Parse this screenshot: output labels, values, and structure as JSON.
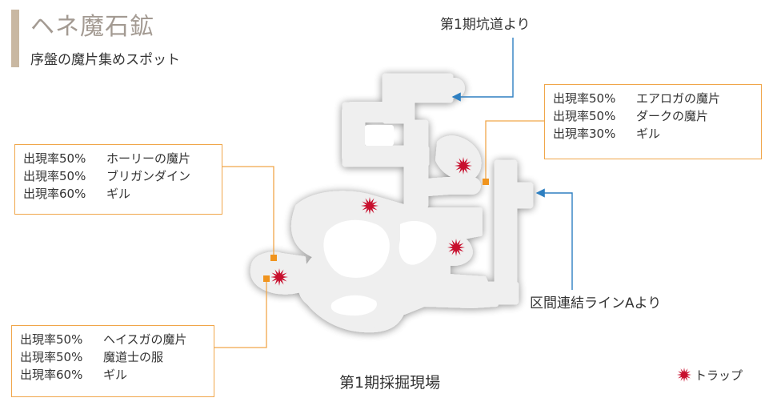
{
  "header": {
    "title": "ヘネ魔石鉱",
    "subtitle": "序盤の魔片集めスポット"
  },
  "exits": {
    "top": "第1期坑道より",
    "right": "区間連結ラインAより"
  },
  "area_name": "第1期採掘現場",
  "legend": {
    "trap_label": "トラップ"
  },
  "loot_boxes": [
    {
      "rows": [
        {
          "rate": "出現率50%",
          "item": "エアロガの魔片"
        },
        {
          "rate": "出現率50%",
          "item": "ダークの魔片"
        },
        {
          "rate": "出現率30%",
          "item": "ギル"
        }
      ]
    },
    {
      "rows": [
        {
          "rate": "出現率50%",
          "item": "ホーリーの魔片"
        },
        {
          "rate": "出現率50%",
          "item": "ブリガンダイン"
        },
        {
          "rate": "出現率60%",
          "item": "ギル"
        }
      ]
    },
    {
      "rows": [
        {
          "rate": "出現率50%",
          "item": "ヘイスガの魔片"
        },
        {
          "rate": "出現率50%",
          "item": "魔道士の服"
        },
        {
          "rate": "出現率60%",
          "item": "ギル"
        }
      ]
    }
  ],
  "colors": {
    "box_border": "#f0a64a",
    "marker": "#f0941e",
    "arrow": "#2e7fc1",
    "trap": "#c8102e",
    "cave": "#efefef"
  }
}
